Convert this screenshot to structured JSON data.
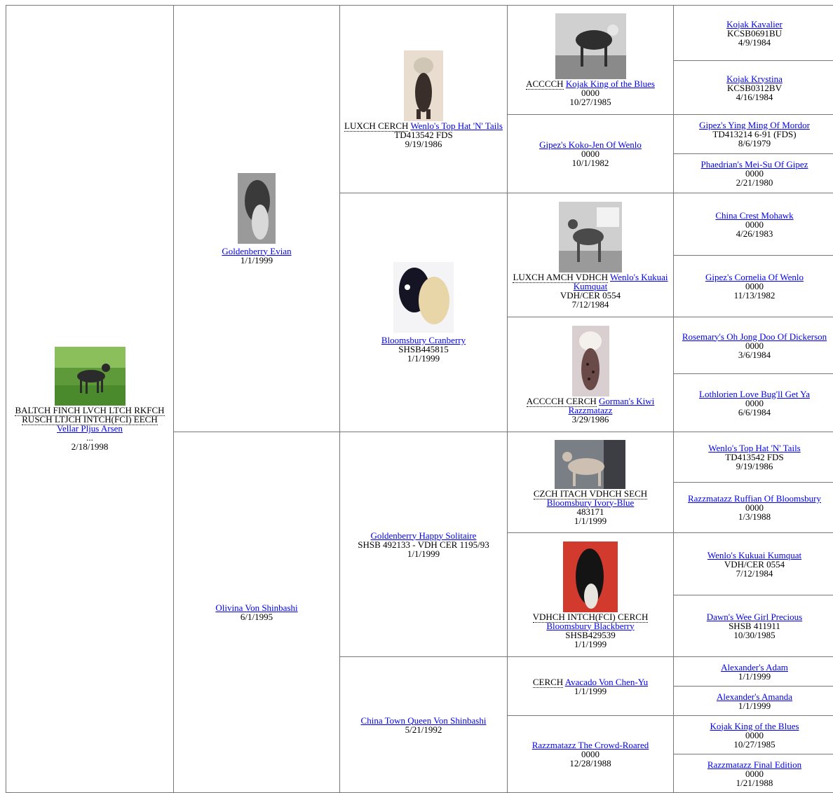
{
  "g1": {
    "titles": "BALTCH FINCH LVCH LTCH RKFCH RUSCH LTJCH INTCH(FCI) EECH",
    "name": "Vellar Pljus Arsen",
    "reg": "...",
    "date": "2/18/1998",
    "photo_alt": "grass-dog-photo"
  },
  "g2a": {
    "name": "Goldenberry Evian",
    "date": "1/1/1999"
  },
  "g2b": {
    "name": "Olivina Von Shinbashi",
    "date": "6/1/1995"
  },
  "g3a": {
    "titles": "LUXCH CERCH",
    "name": "Wenlo's Top Hat 'N' Tails",
    "reg": "TD413542 FDS",
    "date": "9/19/1986"
  },
  "g3b": {
    "name": "Bloomsbury Cranberry",
    "reg": "SHSB445815",
    "date": "1/1/1999"
  },
  "g3c": {
    "name": "Goldenberry Happy Solitaire",
    "reg": "SHSB 492133 - VDH CER 1195/93",
    "date": "1/1/1999"
  },
  "g3d": {
    "name": "China Town Queen Von Shinbashi",
    "date": "5/21/1992"
  },
  "g4a": {
    "titles": "ACCCCH",
    "name": "Kojak King of the Blues",
    "reg": "0000",
    "date": "10/27/1985"
  },
  "g4b": {
    "name": "Gipez's Koko-Jen Of Wenlo",
    "reg": "0000",
    "date": "10/1/1982"
  },
  "g4c": {
    "titles": "LUXCH AMCH VDHCH",
    "name": "Wenlo's Kukuai Kumquat",
    "reg": "VDH/CER 0554",
    "date": "7/12/1984"
  },
  "g4d": {
    "titles": "ACCCCH CERCH",
    "name": "Gorman's Kiwi Razzmatazz",
    "date": "3/29/1986"
  },
  "g4e": {
    "titles": "CZCH ITACH VDHCH SECH",
    "name": "Bloomsbury Ivory-Blue",
    "reg": "483171",
    "date": "1/1/1999"
  },
  "g4f": {
    "titles": "VDHCH INTCH(FCI) CERCH",
    "name": "Bloomsbury Blackberry",
    "reg": "SHSB429539",
    "date": "1/1/1999"
  },
  "g4g": {
    "titles": "CERCH",
    "name": "Avacado Von Chen-Yu",
    "date": "1/1/1999"
  },
  "g4h": {
    "name": "Razzmatazz The Crowd-Roared",
    "reg": "0000",
    "date": "12/28/1988"
  },
  "g5": [
    {
      "name": "Kojak Kavalier",
      "reg": "KCSB0691BU",
      "date": "4/9/1984"
    },
    {
      "name": "Kojak Krystina",
      "reg": "KCSB0312BV",
      "date": "4/16/1984"
    },
    {
      "name": "Gipez's Ying Ming Of Mordor",
      "reg": "TD413214 6-91 (FDS)",
      "date": "8/6/1979"
    },
    {
      "name": "Phaedrian's Mei-Su Of Gipez",
      "reg": "0000",
      "date": "2/21/1980"
    },
    {
      "name": "China Crest Mohawk",
      "reg": "0000",
      "date": "4/26/1983"
    },
    {
      "name": "Gipez's Cornelia Of Wenlo",
      "reg": "0000",
      "date": "11/13/1982"
    },
    {
      "name": "Rosemary's Oh Jong Doo Of Dickerson",
      "reg": "0000",
      "date": "3/6/1984"
    },
    {
      "name": "Lothlorien Love Bug'll Get Ya",
      "reg": "0000",
      "date": "6/6/1984"
    },
    {
      "name": "Wenlo's Top Hat 'N' Tails",
      "reg": "TD413542 FDS",
      "date": "9/19/1986"
    },
    {
      "name": "Razzmatazz Ruffian Of Bloomsbury",
      "reg": "0000",
      "date": "1/3/1988"
    },
    {
      "name": "Wenlo's Kukuai Kumquat",
      "reg": "VDH/CER 0554",
      "date": "7/12/1984"
    },
    {
      "name": "Dawn's Wee Girl Precious",
      "reg": "SHSB 411911",
      "date": "10/30/1985"
    },
    {
      "name": "Alexander's Adam",
      "date": "1/1/1999"
    },
    {
      "name": "Alexander's Amanda",
      "date": "1/1/1999"
    },
    {
      "name": "Kojak King of the Blues",
      "reg": "0000",
      "date": "10/27/1985"
    },
    {
      "name": "Razzmatazz Final Edition",
      "reg": "0000",
      "date": "1/21/1988"
    }
  ]
}
